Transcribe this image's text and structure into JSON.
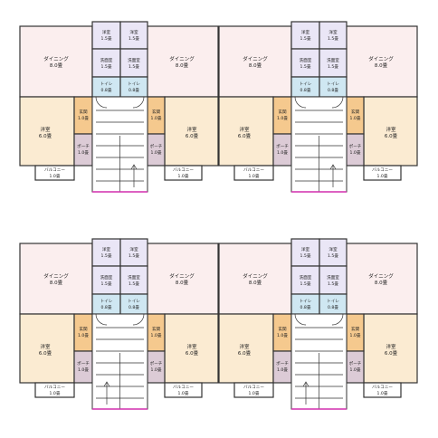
{
  "colors": {
    "dining": "#fbeeee",
    "western_room": "#fbebd2",
    "closet": "#eae6f6",
    "toilet": "#cfe7f2",
    "entrance": "#f5c98e",
    "porch": "#dccbd6",
    "wall": "#333333",
    "stair_line": "#d22fae"
  },
  "rooms": {
    "dining": "ダイニング",
    "dining_size": "8.0畳",
    "western": "洋室",
    "western_size": "6.0畳",
    "closet": "洋室",
    "closet_size": "1.5畳",
    "washroom": "洗面室",
    "washroom_size": "1.5畳",
    "toilet": "トイレ",
    "toilet_size": "0.8畳",
    "entrance": "玄関",
    "entrance_size": "1.0畳",
    "porch": "ポーチ",
    "porch_size": "1.0畳",
    "balcony": "バルコニー",
    "balcony_size": "1.0畳"
  }
}
